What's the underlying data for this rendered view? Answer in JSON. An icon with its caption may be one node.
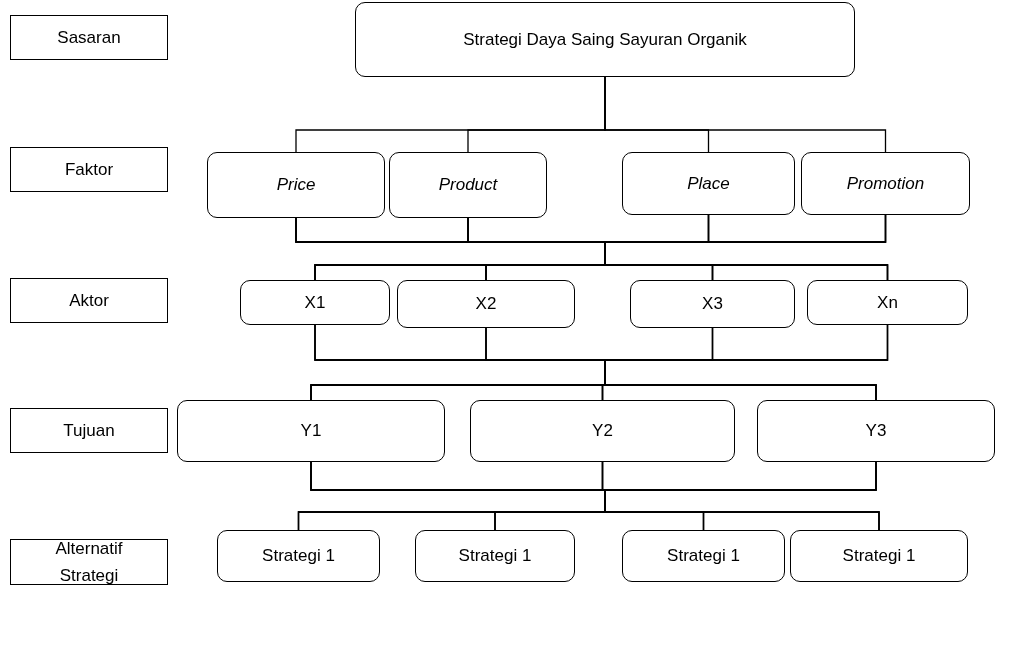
{
  "diagram": {
    "nodes": [
      {
        "text": [
          "Sasaran"
        ]
      },
      {
        "text": [
          "Strategi Daya Saing Sayuran Organik"
        ]
      },
      {
        "text": [
          "Faktor"
        ]
      },
      {
        "text": [
          "Price"
        ]
      },
      {
        "text": [
          "Product"
        ]
      },
      {
        "text": [
          "Place"
        ]
      },
      {
        "text": [
          "Promotion"
        ]
      },
      {
        "text": [
          "Aktor"
        ]
      },
      {
        "text": [
          "X1"
        ]
      },
      {
        "text": [
          "X2"
        ]
      },
      {
        "text": [
          "X3"
        ]
      },
      {
        "text": [
          "Xn"
        ]
      },
      {
        "text": [
          "Tujuan"
        ]
      },
      {
        "text": [
          "Y1"
        ]
      },
      {
        "text": [
          "Y2"
        ]
      },
      {
        "text": [
          "Y3"
        ]
      },
      {
        "text": [
          "Alternatif Strategi"
        ]
      },
      {
        "text": [
          "Strategi 1"
        ]
      },
      {
        "text": [
          "Strategi 1"
        ]
      },
      {
        "text": [
          "Strategi 1"
        ]
      },
      {
        "text": [
          "Strategi 1"
        ]
      }
    ],
    "edges": [
      {
        "from": 1,
        "to": 3,
        "arrow": "none"
      },
      {
        "from": 1,
        "to": 4,
        "arrow": "none"
      },
      {
        "from": 1,
        "to": 5,
        "arrow": "none"
      },
      {
        "from": 1,
        "to": 6,
        "arrow": "none"
      },
      {
        "from": 3,
        "to": 8,
        "arrow": "none"
      },
      {
        "from": 3,
        "to": 9,
        "arrow": "none"
      },
      {
        "from": 3,
        "to": 10,
        "arrow": "none"
      },
      {
        "from": 3,
        "to": 11,
        "arrow": "none"
      },
      {
        "from": 4,
        "to": 8,
        "arrow": "none"
      },
      {
        "from": 4,
        "to": 9,
        "arrow": "none"
      },
      {
        "from": 4,
        "to": 10,
        "arrow": "none"
      },
      {
        "from": 4,
        "to": 11,
        "arrow": "none"
      },
      {
        "from": 5,
        "to": 8,
        "arrow": "none"
      },
      {
        "from": 5,
        "to": 9,
        "arrow": "none"
      },
      {
        "from": 5,
        "to": 10,
        "arrow": "none"
      },
      {
        "from": 5,
        "to": 11,
        "arrow": "none"
      },
      {
        "from": 6,
        "to": 8,
        "arrow": "none"
      },
      {
        "from": 6,
        "to": 9,
        "arrow": "none"
      },
      {
        "from": 6,
        "to": 10,
        "arrow": "none"
      },
      {
        "from": 6,
        "to": 11,
        "arrow": "none"
      },
      {
        "from": 8,
        "to": 13,
        "arrow": "none"
      },
      {
        "from": 8,
        "to": 14,
        "arrow": "none"
      },
      {
        "from": 8,
        "to": 15,
        "arrow": "none"
      },
      {
        "from": 9,
        "to": 13,
        "arrow": "none"
      },
      {
        "from": 9,
        "to": 14,
        "arrow": "none"
      },
      {
        "from": 9,
        "to": 15,
        "arrow": "none"
      },
      {
        "from": 10,
        "to": 13,
        "arrow": "none"
      },
      {
        "from": 10,
        "to": 14,
        "arrow": "none"
      },
      {
        "from": 10,
        "to": 15,
        "arrow": "none"
      },
      {
        "from": 11,
        "to": 13,
        "arrow": "none"
      },
      {
        "from": 11,
        "to": 14,
        "arrow": "none"
      },
      {
        "from": 11,
        "to": 15,
        "arrow": "none"
      },
      {
        "from": 13,
        "to": 17,
        "arrow": "none"
      },
      {
        "from": 13,
        "to": 18,
        "arrow": "none"
      },
      {
        "from": 13,
        "to": 19,
        "arrow": "none"
      },
      {
        "from": 13,
        "to": 20,
        "arrow": "none"
      },
      {
        "from": 14,
        "to": 17,
        "arrow": "none"
      },
      {
        "from": 14,
        "to": 18,
        "arrow": "none"
      },
      {
        "from": 14,
        "to": 19,
        "arrow": "none"
      },
      {
        "from": 14,
        "to": 20,
        "arrow": "none"
      },
      {
        "from": 15,
        "to": 17,
        "arrow": "none"
      },
      {
        "from": 15,
        "to": 18,
        "arrow": "none"
      },
      {
        "from": 15,
        "to": 19,
        "arrow": "none"
      },
      {
        "from": 15,
        "to": 20,
        "arrow": "none"
      }
    ]
  }
}
